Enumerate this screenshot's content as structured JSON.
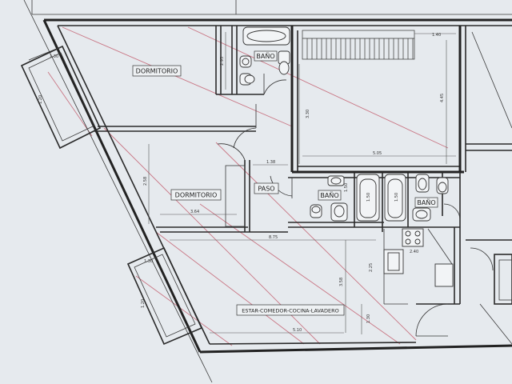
{
  "rooms": {
    "dormitorio_1": "DORMITORIO",
    "dormitorio_2": "DORMITORIO",
    "bano_1": "BAÑO",
    "bano_2": "BAÑO",
    "bano_3": "BAÑO",
    "paso": "PASO",
    "estar": "ESTAR-COMEDOR-COCINA-LAVADERO"
  },
  "dimensions": {
    "stair_width": "1.40",
    "stair_height": "4.45",
    "stair_room_width": "5.05",
    "stair_room_side": "3.30",
    "balcony_1_width": "1.30",
    "balcony_1_height": "1.20",
    "balcony_2_width": "1.30",
    "balcony_2_height": "1.20",
    "bano1_height": "2.95",
    "dorm2_height": "2.58",
    "dorm2_width": "3.64",
    "paso_width": "1.38",
    "bath_a": "1.50",
    "bath_b": "1.50",
    "bath_c": "1.50",
    "estar_total": "8.75",
    "estar_height": "3.58",
    "estar_width": "5.10",
    "estar_side": "1.30",
    "kitchen_width": "2.40",
    "kitchen_height": "2.25"
  }
}
